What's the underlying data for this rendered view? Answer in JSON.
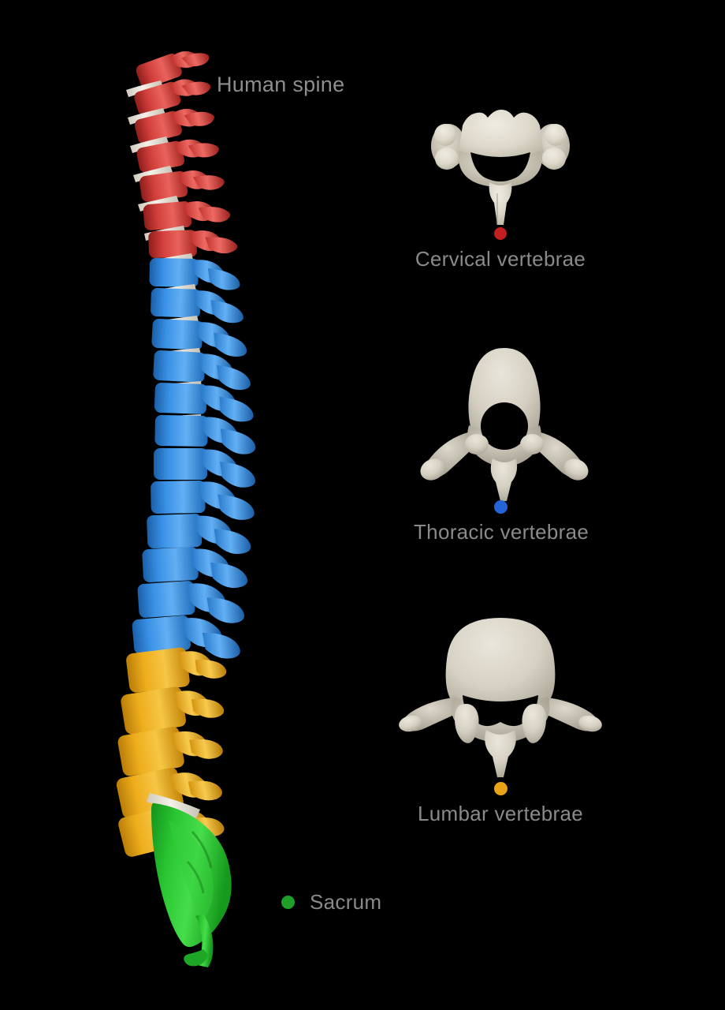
{
  "figure": {
    "title": "Human spine",
    "background_color": "#000000",
    "text_color": "#8a8a8a",
    "bone_color": "#ddd8cd",
    "disc_color": "#efece4"
  },
  "spine": {
    "regions": [
      {
        "key": "cervical",
        "label": "Cervical vertebrae",
        "color": "#d0302f",
        "count": 7
      },
      {
        "key": "thoracic",
        "label": "Thoracic vertebrae",
        "color": "#2f8ae8",
        "count": 12
      },
      {
        "key": "lumbar",
        "label": "Lumbar vertebrae",
        "color": "#eeb01f",
        "count": 5
      },
      {
        "key": "sacrum",
        "label": "Sacrum",
        "color": "#22c02a",
        "count": 1
      }
    ]
  },
  "legend": {
    "cervical": {
      "label": "Cervical vertebrae",
      "dot_color": "#c02020"
    },
    "thoracic": {
      "label": "Thoracic vertebrae",
      "dot_color": "#2563d9"
    },
    "lumbar": {
      "label": "Lumbar vertebrae",
      "dot_color": "#e8a317"
    },
    "sacrum": {
      "label": "Sacrum",
      "dot_color": "#1f9e2a"
    }
  },
  "models": [
    {
      "key": "cervical-vertebra",
      "name": "Cervical vertebra superior view"
    },
    {
      "key": "thoracic-vertebra",
      "name": "Thoracic vertebra superior view"
    },
    {
      "key": "lumbar-vertebra",
      "name": "Lumbar vertebra superior view"
    }
  ]
}
